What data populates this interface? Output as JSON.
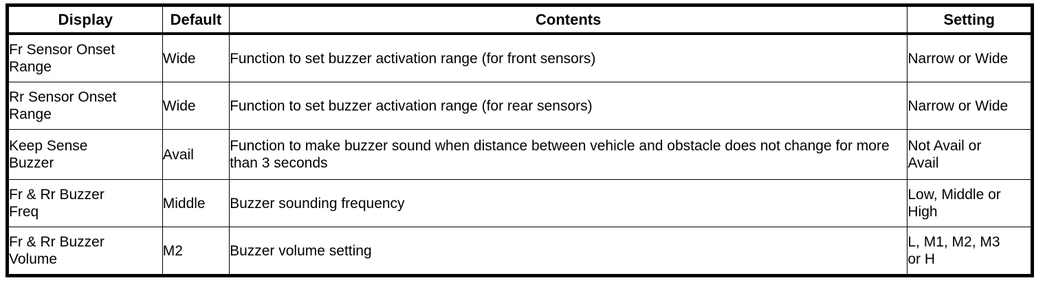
{
  "table": {
    "columns": [
      {
        "key": "display",
        "label": "Display"
      },
      {
        "key": "default",
        "label": "Default"
      },
      {
        "key": "contents",
        "label": "Contents"
      },
      {
        "key": "setting",
        "label": "Setting"
      }
    ],
    "rows": [
      {
        "display": "Fr Sensor Onset\nRange",
        "default": "Wide",
        "contents": "Function to set buzzer activation range (for front sensors)",
        "setting": "Narrow or Wide"
      },
      {
        "display": "Rr Sensor Onset\nRange",
        "default": "Wide",
        "contents": "Function to set buzzer activation range (for rear sensors)",
        "setting": "Narrow or Wide"
      },
      {
        "display": "Keep Sense\nBuzzer",
        "default": "Avail",
        "contents": "Function to make buzzer sound when distance between vehicle and obstacle does not change for more than 3 seconds",
        "setting": "Not Avail or\nAvail"
      },
      {
        "display": "Fr & Rr Buzzer\nFreq",
        "default": "Middle",
        "contents": "Buzzer sounding frequency",
        "setting": "Low, Middle or\nHigh"
      },
      {
        "display": "Fr & Rr Buzzer\nVolume",
        "default": "M2",
        "contents": "Buzzer volume setting",
        "setting": "L, M1, M2, M3\nor H"
      }
    ]
  },
  "colors": {
    "border": "#000000",
    "text": "#000000",
    "background": "#ffffff"
  }
}
